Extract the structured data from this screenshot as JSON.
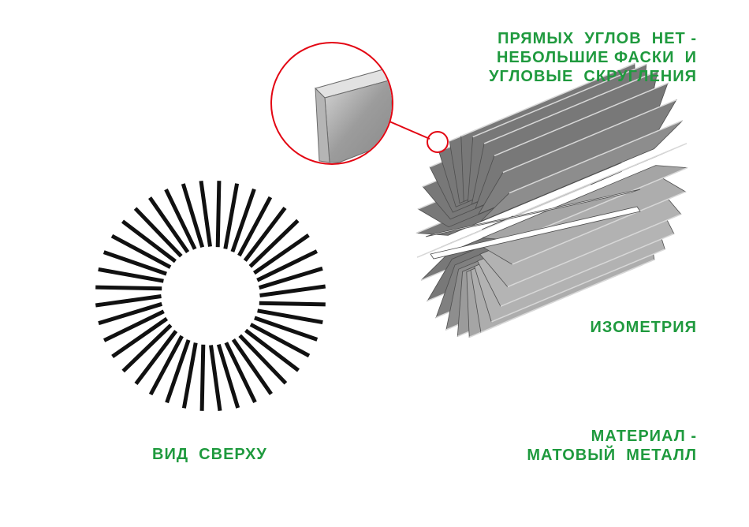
{
  "notes": {
    "corners": "ПРЯМЫХ  УГЛОВ  НЕТ -\nНЕБОЛЬШИЕ ФАСКИ  И\nУГЛОВЫЕ  СКРУГЛЕНИЯ",
    "isometry": "ИЗОМЕТРИЯ",
    "material": "МАТЕРИАЛ -\nМАТОВЫЙ  МЕТАЛЛ",
    "top_view": "ВИД  СВЕРХУ"
  },
  "colors": {
    "label_green": "#1f9a3e",
    "callout_red": "#e30613",
    "fin_black": "#111111",
    "metal_gray": "#8c8c8c"
  },
  "top_view": {
    "fin_count": 40
  },
  "isometric_view": {
    "fin_count": 26,
    "gap_count": 2
  }
}
